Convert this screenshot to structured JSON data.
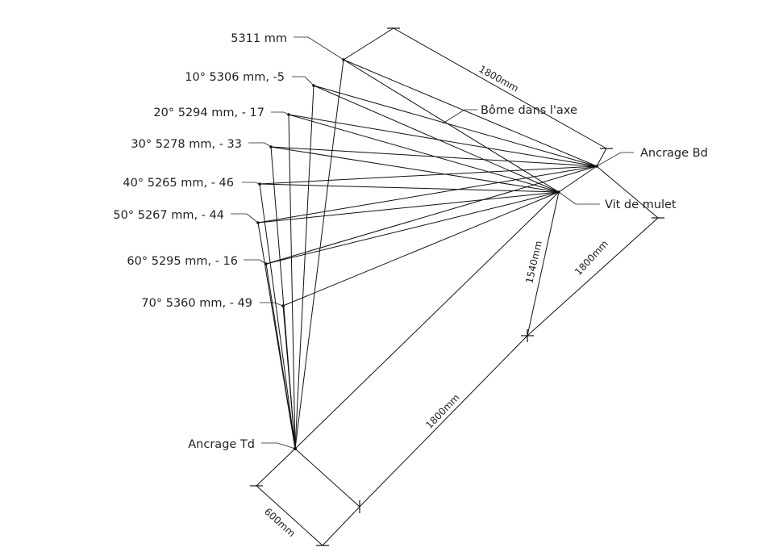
{
  "labels": {
    "top": "5311 mm",
    "a10": "10° 5306 mm, -5",
    "a20": "20° 5294 mm, - 17",
    "a30": "30° 5278 mm, - 33",
    "a40": "40° 5265 mm, - 46",
    "a50": "50° 5267 mm, - 44",
    "a60": "60° 5295 mm, - 16",
    "a70": "70° 5360 mm, - 49",
    "bome": "Bôme dans l'axe",
    "ancrage_bd": "Ancrage Bd",
    "vit_mulet": "Vit de mulet",
    "ancrage_td": "Ancrage Td"
  },
  "dimensions": {
    "top_diag": "1800mm",
    "right_diag": "1800mm",
    "small": "1540mm",
    "long": "1800mm",
    "bottom": "600mm"
  }
}
